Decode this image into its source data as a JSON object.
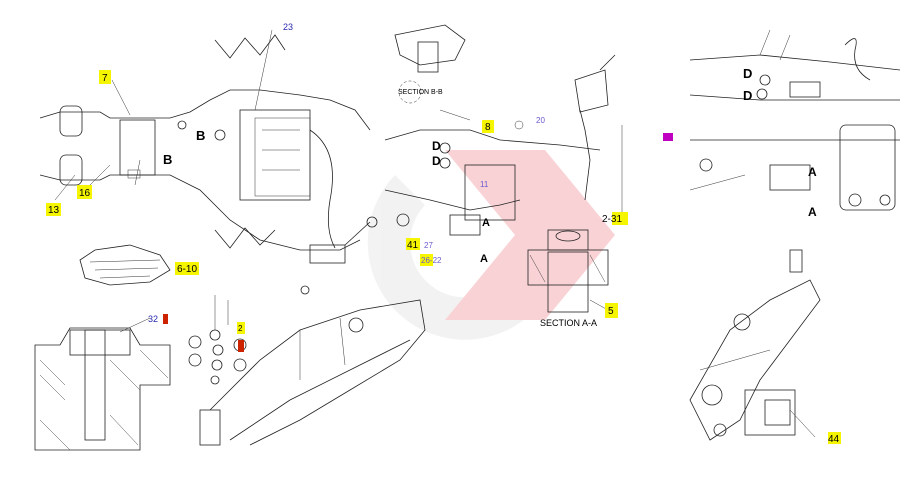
{
  "callouts": {
    "c7": "7",
    "c13": "13",
    "c16": "16",
    "c23": "23",
    "c6_10": "6-10",
    "c32": "32",
    "c8": "8",
    "c20": "20",
    "c11": "11",
    "c41": "41",
    "c27": "27",
    "c26_22": "26-22",
    "c2_31": "2-31",
    "c5": "5",
    "c44": "44",
    "c2b": "2"
  },
  "section_labels": {
    "section_bb": "SECTION B-B",
    "section_aa": "SECTION A-A"
  },
  "letters": {
    "A": "A",
    "B": "B",
    "D": "D"
  },
  "colors": {
    "callout_yellow": "#f5f500",
    "number_blue": "#2a2ab0",
    "marker_magenta": "#c000c0",
    "marker_red": "#cc2200",
    "watermark_red": "#e63946",
    "watermark_gray": "#c8c8c8"
  },
  "icons": {
    "watermark": "logo-watermark"
  }
}
